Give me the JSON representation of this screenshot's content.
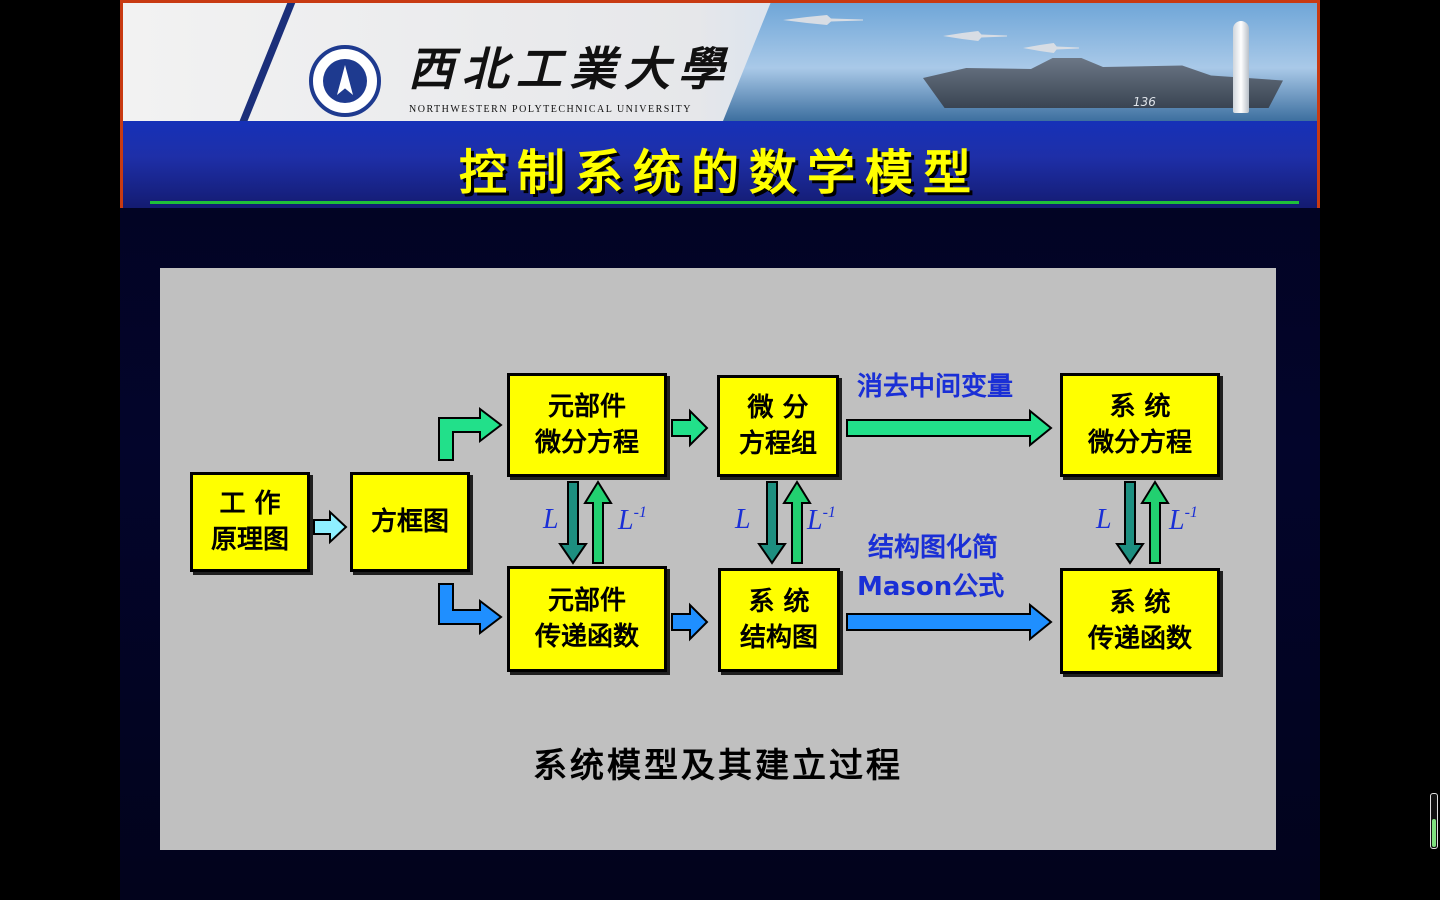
{
  "header": {
    "university_cn": "西北工業大學",
    "university_en": "NORTHWESTERN POLYTECHNICAL UNIVERSITY",
    "ship_number": "136",
    "slide_title": "控制系统的数学模型"
  },
  "diagram": {
    "boxes": {
      "working_principle": [
        "工 作",
        "原理图"
      ],
      "block_diagram": [
        "方框图"
      ],
      "component_diff_eq": [
        "元部件",
        "微分方程"
      ],
      "diff_eq_set": [
        "微 分",
        "方程组"
      ],
      "system_diff_eq": [
        "系 统",
        "微分方程"
      ],
      "component_tf": [
        "元部件",
        "传递函数"
      ],
      "system_structure": [
        "系 统",
        "结构图"
      ],
      "system_tf": [
        "系 统",
        "传递函数"
      ]
    },
    "labels": {
      "eliminate_vars": "消去中间变量",
      "simplify": "结构图化简",
      "mason": "Mason公式",
      "laplace": "L",
      "inverse_laplace": "L",
      "inverse_sup": "-1"
    },
    "caption": "系统模型及其建立过程"
  },
  "colors": {
    "box_fill": "#ffff00",
    "label_blue": "#1a2fd6",
    "arrow_green": "#22e08a",
    "arrow_blue": "#1f8fff",
    "arrow_cyan": "#8ff0ff",
    "arrow_teal": "#1d8f80",
    "title_yellow": "#ffff00"
  },
  "icons": [
    "university-logo-icon",
    "fighter-jet-icon",
    "warship-icon",
    "rocket-icon"
  ]
}
